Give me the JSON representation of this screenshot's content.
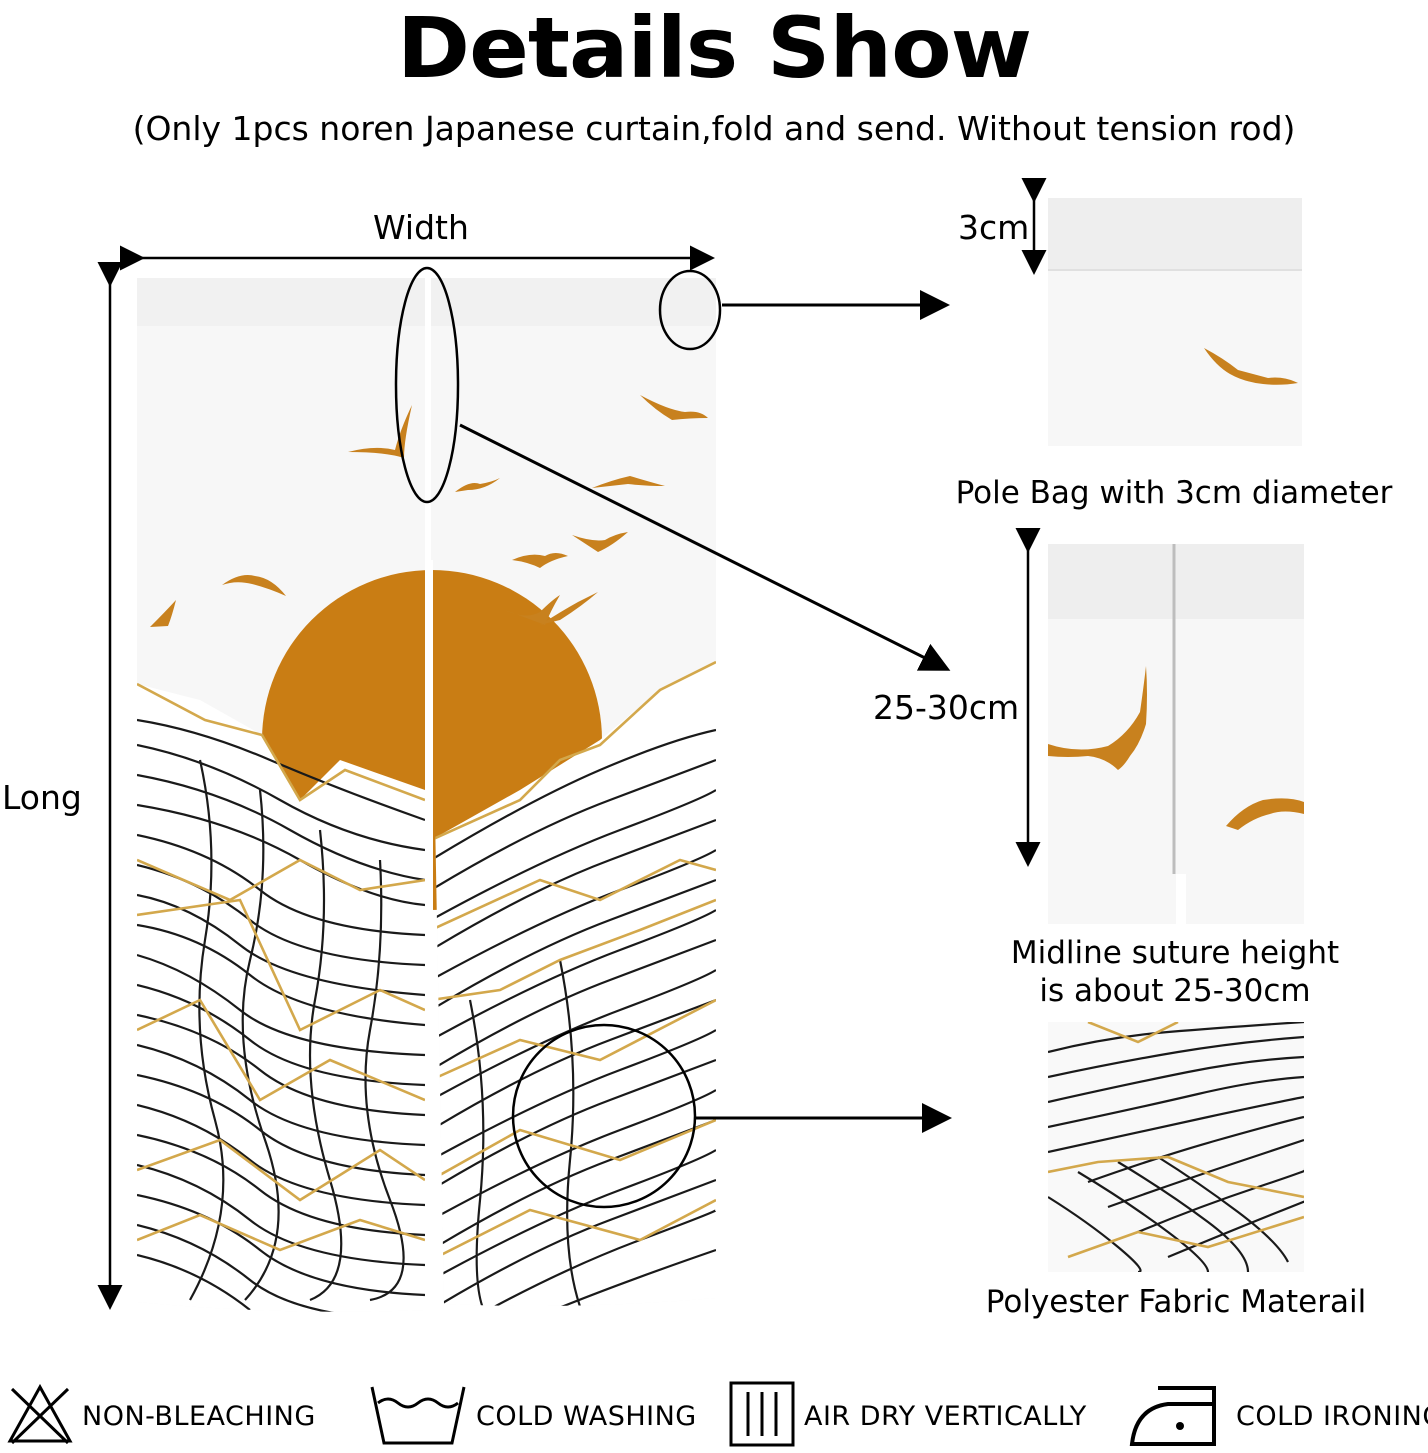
{
  "header": {
    "title": "Details Show",
    "subtitle": "(Only 1pcs noren Japanese curtain,fold and send. Without tension rod)"
  },
  "dimensions": {
    "width_label": "Width",
    "long_label": "Long",
    "pole_height_label": "3cm",
    "suture_label": "25-30cm"
  },
  "details": [
    {
      "caption": "Pole Bag with 3cm diameter"
    },
    {
      "caption_line1": "Midline suture height",
      "caption_line2": "is about 25-30cm"
    },
    {
      "caption": "Polyester Fabric Materail"
    }
  ],
  "care": [
    {
      "label": "NON-BLEACHING",
      "icon": "no-bleach-icon"
    },
    {
      "label": "COLD WASHING",
      "icon": "wash-tub-icon"
    },
    {
      "label": "AIR DRY VERTICALLY",
      "icon": "drip-dry-icon"
    },
    {
      "label": "COLD IRONING",
      "icon": "iron-icon"
    }
  ],
  "colors": {
    "sun": "#c97d14",
    "bird": "#c8811e",
    "gold_line": "#d3a84c",
    "line": "#1a1a1a"
  }
}
